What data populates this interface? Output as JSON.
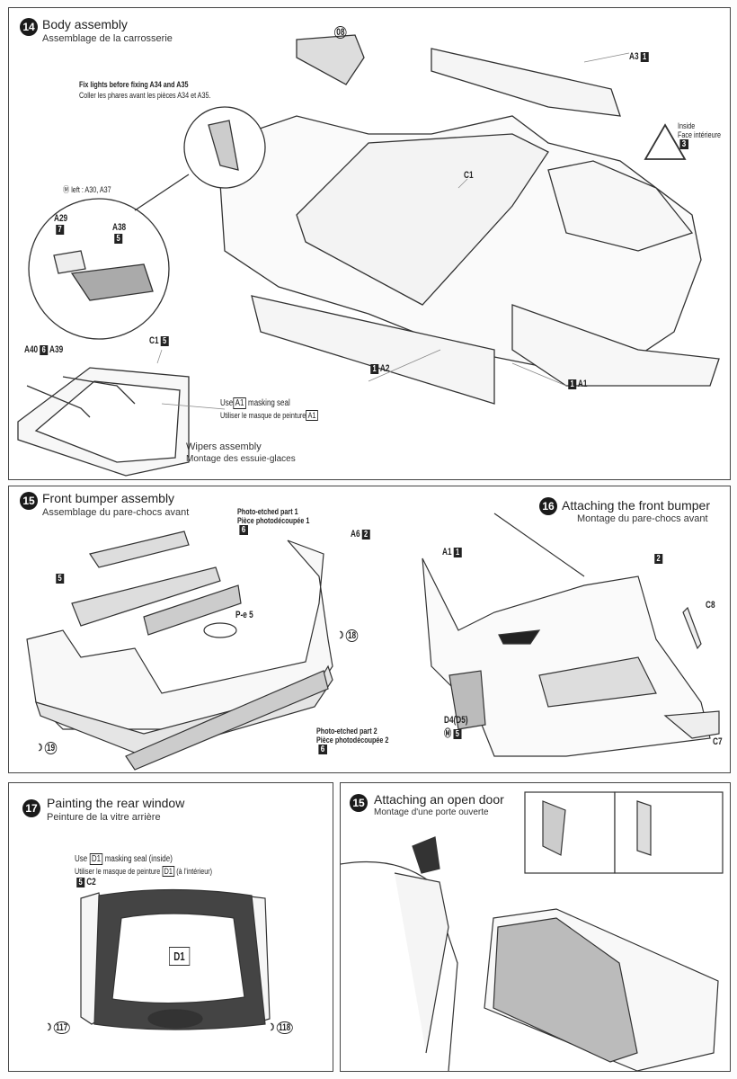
{
  "step14": {
    "number": "14",
    "title": "Body assembly",
    "subtitle": "Assemblage de la carrosserie",
    "note_en": "Fix lights before fixing A34 and A35",
    "note_fr": "Coller les phares avant les pièces A34 et A35.",
    "left_note": "left : A30, A37",
    "parts": {
      "a29": "A29",
      "a29_color": "7",
      "a38": "A38",
      "a38_color": "5",
      "o8": "08",
      "a3": "A3",
      "a3_color": "1",
      "c1": "C1",
      "a2": "A2",
      "a2_color": "1",
      "a1": "A1",
      "a1_color": "1",
      "a40": "A40",
      "a40_color": "6",
      "a39": "A39",
      "c1b": "C1",
      "c1b_color": "5"
    },
    "inside_en": "Inside",
    "inside_fr": "Face intérieure",
    "inside_color": "3",
    "mask_en_pre": "Use",
    "mask_code": "A1",
    "mask_en_post": "masking seal",
    "mask_fr_pre": "Utiliser le masque de peinture",
    "wipers_en": "Wipers assembly",
    "wipers_fr": "Montage des essuie-glaces"
  },
  "step15": {
    "number": "15",
    "title": "Front bumper assembly",
    "subtitle": "Assemblage du pare-chocs avant",
    "pe1_en": "Photo-etched part 1",
    "pe1_fr": "Pièce photodécoupée 1",
    "pe1_color": "6",
    "pe2_en": "Photo-etched part 2",
    "pe2_fr": "Pièce photodécoupée 2",
    "pe2_color": "6",
    "a6": "A6",
    "a6_color": "2",
    "left_color": "5",
    "pe5": "P-e 5",
    "decal18": "18",
    "decal19": "19"
  },
  "step16": {
    "number": "16",
    "title": "Attaching the front bumper",
    "subtitle": "Montage du pare-chocs avant",
    "a1": "A1",
    "a1_color": "1",
    "color2": "2",
    "c8": "C8",
    "c7": "C7",
    "d4": "D4(D5)",
    "d4_color": "5"
  },
  "step17": {
    "number": "17",
    "title": "Painting the rear window",
    "subtitle": "Peinture de la vitre arrière",
    "mask_en_pre": "Use",
    "mask_code": "D1",
    "mask_en_post": "masking seal (inside)",
    "mask_fr_pre": "Utiliser le masque de peinture",
    "mask_fr_post": "(à l'intérieur)",
    "c2": "C2",
    "c2_color": "5",
    "d1": "D1",
    "decal117": "117",
    "decal118": "118"
  },
  "step15b": {
    "number": "15",
    "title": "Attaching an open door",
    "subtitle": "Montage d'une porte ouverte"
  }
}
